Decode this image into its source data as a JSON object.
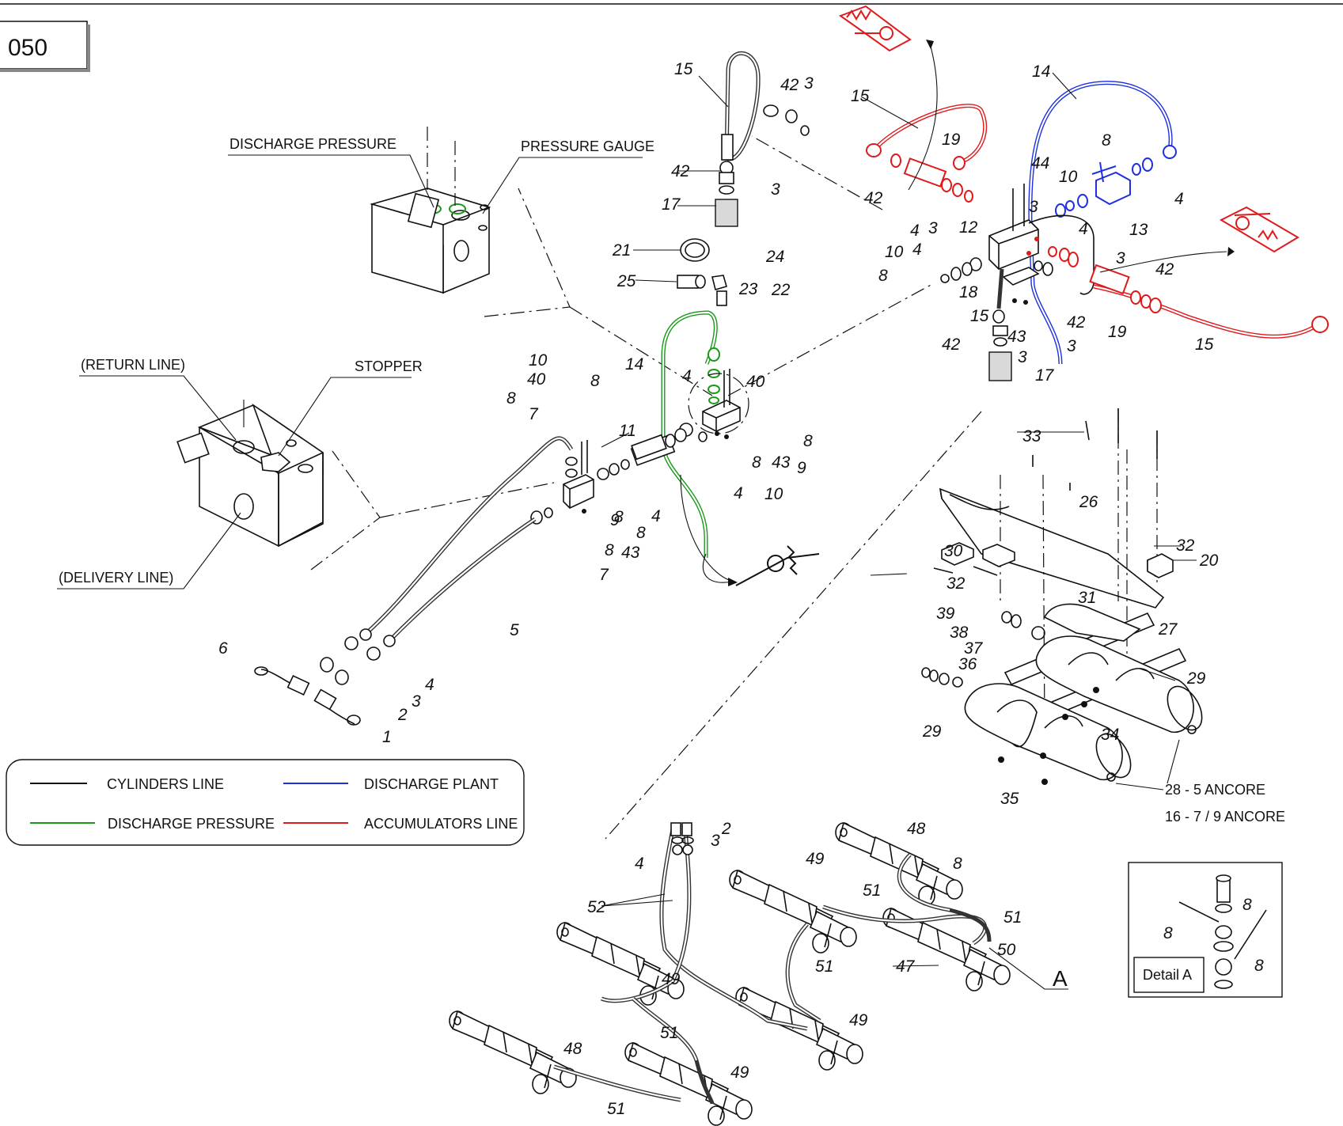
{
  "page_number": "050",
  "callouts": {
    "discharge_pressure": "DISCHARGE PRESSURE",
    "pressure_gauge": "PRESSURE GAUGE",
    "return_line": "(RETURN LINE)",
    "stopper": "STOPPER",
    "delivery_line": "(DELIVERY LINE)",
    "ancore_1": "28 - 5 ANCORE",
    "ancore_2": "16 - 7 / 9 ANCORE",
    "detail_a": "Detail A",
    "detail_ref": "A"
  },
  "legend": {
    "cylinders_line": "CYLINDERS LINE",
    "discharge_plant": "DISCHARGE PLANT",
    "discharge_pressure": "DISCHARGE PRESSURE",
    "accumulators_line": "ACCUMULATORS LINE",
    "colors": {
      "cylinders_line": "#111111",
      "discharge_plant": "#1d2fe0",
      "discharge_pressure": "#1a9a1a",
      "accumulators_line": "#e0191b"
    }
  },
  "part_labels": [
    "1",
    "2",
    "3",
    "4",
    "5",
    "6",
    "7",
    "8",
    "9",
    "10",
    "11",
    "12",
    "13",
    "14",
    "15",
    "16",
    "17",
    "18",
    "19",
    "20",
    "21",
    "22",
    "23",
    "24",
    "25",
    "26",
    "27",
    "28",
    "29",
    "30",
    "31",
    "32",
    "33",
    "34",
    "35",
    "36",
    "37",
    "38",
    "39",
    "40",
    "42",
    "43",
    "44",
    "47",
    "48",
    "49",
    "50",
    "51",
    "52"
  ]
}
